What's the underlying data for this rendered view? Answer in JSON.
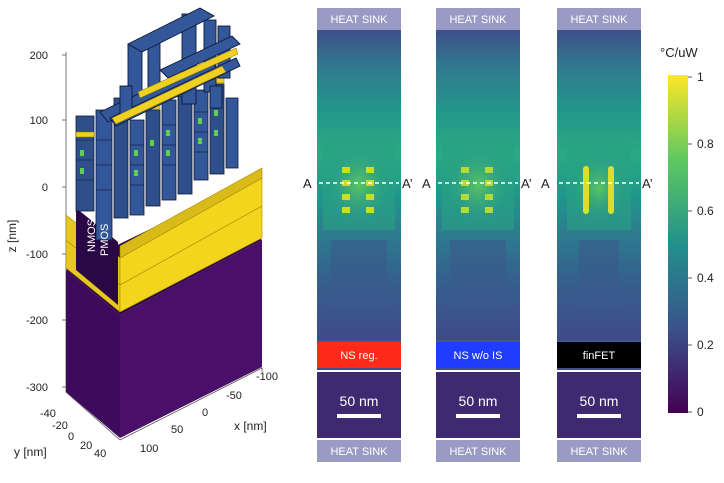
{
  "axes3d": {
    "z_label": "z [nm]",
    "x_label": "x [nm]",
    "y_label": "y [nm]",
    "z_ticks": [
      "200",
      "100",
      "0",
      "-100",
      "-200",
      "-300"
    ],
    "x_ticks": [
      "-100",
      "-50",
      "0",
      "50",
      "100"
    ],
    "y_ticks": [
      "-40",
      "-20",
      "0",
      "20",
      "40"
    ],
    "device_labels": [
      "NMOS",
      "PMOS"
    ]
  },
  "panels": [
    {
      "id": "ns-reg",
      "top_label": "HEAT SINK",
      "bottom_label": "HEAT SINK",
      "badge": "NS reg.",
      "badge_color": "#ff2a1a",
      "scale_bar": "50 nm",
      "hotspot": "dots"
    },
    {
      "id": "ns-wo-is",
      "top_label": "HEAT SINK",
      "bottom_label": "HEAT SINK",
      "badge": "NS w/o IS",
      "badge_color": "#1f3cff",
      "scale_bar": "50 nm",
      "hotspot": "dots"
    },
    {
      "id": "finfet",
      "top_label": "HEAT SINK",
      "bottom_label": "HEAT SINK",
      "badge": "finFET",
      "badge_color": "#000000",
      "scale_bar": "50 nm",
      "hotspot": "fins"
    }
  ],
  "cut_labels": [
    "A",
    "A’",
    "A",
    "A’",
    "A",
    "A’"
  ],
  "colorbar": {
    "unit": "°C/uW",
    "ticks": [
      "1",
      "0.8",
      "0.6",
      "0.4",
      "0.2",
      "0"
    ],
    "colors": [
      "#440154",
      "#3b528b",
      "#21918c",
      "#5ec962",
      "#fde725"
    ]
  }
}
